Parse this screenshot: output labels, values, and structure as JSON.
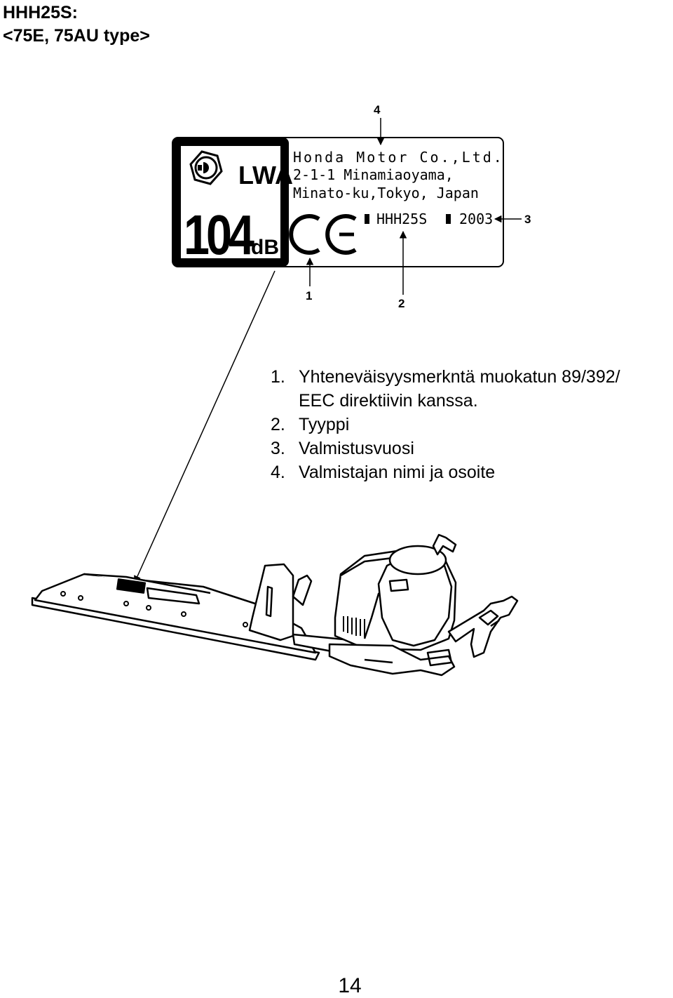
{
  "heading": {
    "line1": "HHH25S:",
    "line2": "<75E, 75AU type>"
  },
  "label": {
    "noise_symbol": "LWA",
    "noise_value": "104",
    "noise_unit": "dB",
    "manufacturer_line1": "Honda Motor Co.,Ltd.",
    "manufacturer_line2": "2-1-1 Minamiaoyama,",
    "manufacturer_line3": "Minato-ku,Tokyo, Japan",
    "ce_mark": "CE",
    "model": "HHH25S",
    "year": "2003"
  },
  "callouts": {
    "c1": "1",
    "c2": "2",
    "c3": "3",
    "c4": "4"
  },
  "legend": [
    {
      "num": "1.",
      "text": "Yhteneväisyysmerkntä muokatun 89/392/",
      "cont": "EEC direktiivin kanssa."
    },
    {
      "num": "2.",
      "text": "Tyyppi"
    },
    {
      "num": "3.",
      "text": "Valmistusvuosi"
    },
    {
      "num": "4.",
      "text": "Valmistajan nimi ja osoite"
    }
  ],
  "page_number": "14"
}
